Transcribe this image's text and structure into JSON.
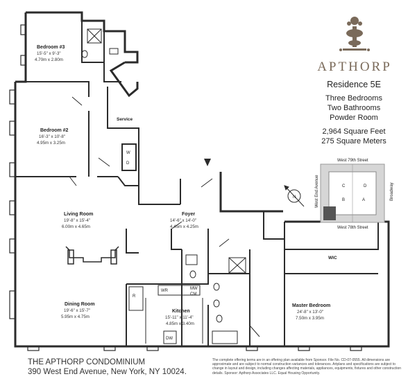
{
  "brand": {
    "name": "APTHORP"
  },
  "residence": {
    "title": "Residence 5E",
    "bedrooms": "Three Bedrooms",
    "bathrooms": "Two Bathrooms",
    "powder_room": "Powder Room",
    "sqft": "2,964 Square Feet",
    "sqm": "275 Square Meters"
  },
  "rooms": {
    "bedroom3": {
      "name": "Bedroom #3",
      "imperial": "15'-5\" x 9'-3\"",
      "metric": "4.70m x 2.80m"
    },
    "bedroom2": {
      "name": "Bedroom #2",
      "imperial": "16'-3\" x 10'-8\"",
      "metric": "4.95m x 3.25m"
    },
    "living": {
      "name": "Living Room",
      "imperial": "19'-8\" x 15'-4\"",
      "metric": "6.00m x 4.65m"
    },
    "foyer": {
      "name": "Foyer",
      "imperial": "14'-6\" x 14'-0\"",
      "metric": "4.45m x 4.25m"
    },
    "dining": {
      "name": "Dining Room",
      "imperial": "19'-6\" x 15'-7\"",
      "metric": "5.95m x 4.75m"
    },
    "kitchen": {
      "name": "Kitchen",
      "imperial": "15'-11\" x 11'-4\"",
      "metric": "4.85m x 3.40m"
    },
    "master": {
      "name": "Master Bedroom",
      "imperial": "24'-8\" x 13'-0\"",
      "metric": "7.50m x 3.95m"
    }
  },
  "labels": {
    "service": "Service",
    "wic": "WIC",
    "washer": "W",
    "dryer": "D",
    "wine_refrigerator": "WR",
    "microwave": "MW",
    "coffee_maker": "CM",
    "refrigerator": "R",
    "dishwasher": "DW"
  },
  "key_plan": {
    "north_street": "West 79th Street",
    "south_street": "West 78th Street",
    "west_avenue": "West End Avenue",
    "east_avenue": "Broadway",
    "wings": [
      "A",
      "B",
      "C",
      "D"
    ],
    "compass": "N"
  },
  "footer": {
    "name": "THE APTHORP CONDOMINIUM",
    "address": "390 West End Avenue, New York, NY 10024.",
    "disclaimer": "The complete offering terms are in an offering plan available from Sponsor. File No. CD-07-0555. All dimensions are approximate and are subject to normal construction variances and tolerances. Artplans and specifications are subject to change in layout and design, including changes affecting materials, appliances, equipments, fixtures and other construction details. Sponsor: Apthorp Associates LLC. Equal Housing Opportunity."
  },
  "colors": {
    "wall": "#2b2b2b",
    "brand": "#7a6a5a",
    "keyplan_fill": "#d6d6d6",
    "unit_highlight": "#555555"
  }
}
